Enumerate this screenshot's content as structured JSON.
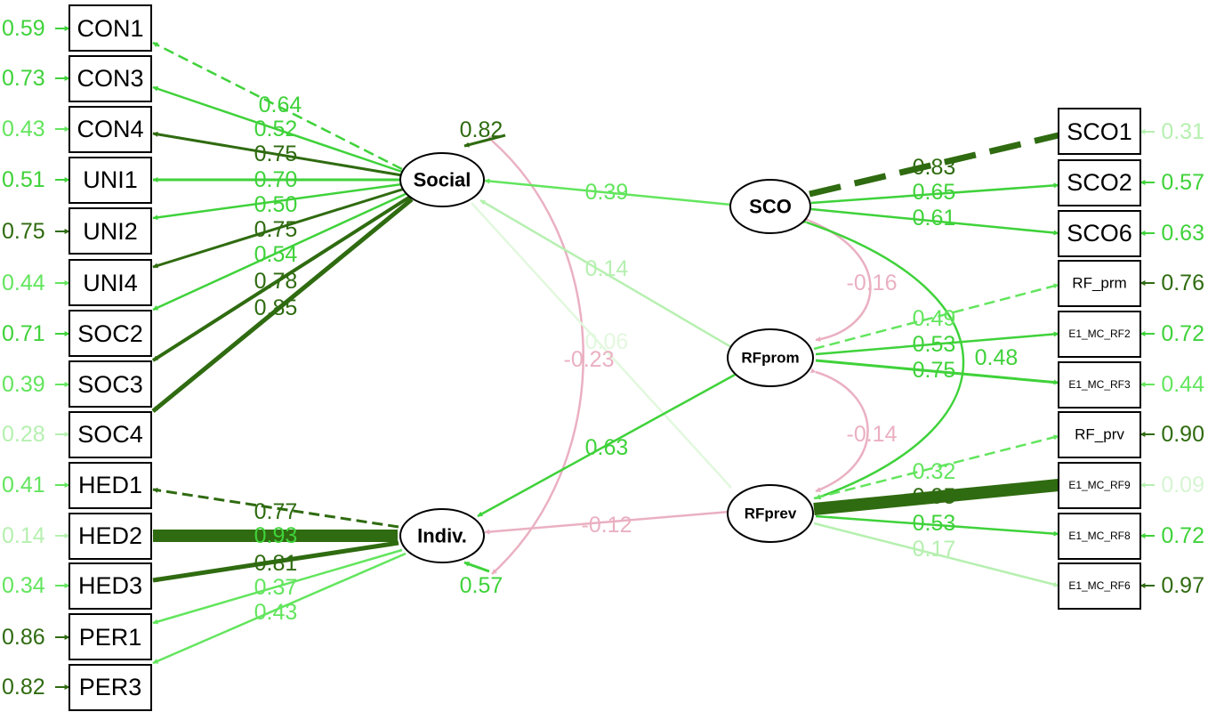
{
  "colors": {
    "dark": "#2f6b10",
    "mid": "#3fd23a",
    "light": "#63e55e",
    "pale": "#b6f0b0",
    "pink": "#eab0c2"
  },
  "latents": {
    "social": "Social",
    "indiv": "Indiv.",
    "sco": "SCO",
    "rfprom": "RFprom",
    "rfprev": "RFprev"
  },
  "indicators": {
    "con1": "CON1",
    "con3": "CON3",
    "con4": "CON4",
    "uni1": "UNI1",
    "uni2": "UNI2",
    "uni4": "UNI4",
    "soc2": "SOC2",
    "soc3": "SOC3",
    "soc4": "SOC4",
    "hed1": "HED1",
    "hed2": "HED2",
    "hed3": "HED3",
    "per1": "PER1",
    "per3": "PER3",
    "sco1": "SCO1",
    "sco2": "SCO2",
    "sco6": "SCO6",
    "rf_prm": "RF_prm",
    "e1_mc_rf2": "E1_MC_RF2",
    "e1_mc_rf3": "E1_MC_RF3",
    "rf_prv": "RF_prv",
    "e1_mc_rf9": "E1_MC_RF9",
    "e1_mc_rf8": "E1_MC_RF8",
    "e1_mc_rf6": "E1_MC_RF6"
  },
  "residuals": {
    "con1": "0.59",
    "con3": "0.73",
    "con4": "0.43",
    "uni1": "0.51",
    "uni2": "0.75",
    "uni4": "0.44",
    "soc2": "0.71",
    "soc3": "0.39",
    "soc4": "0.28",
    "hed1": "0.41",
    "hed2": "0.14",
    "hed3": "0.34",
    "per1": "0.86",
    "per3": "0.82",
    "sco1": "0.31",
    "sco2": "0.57",
    "sco6": "0.63",
    "rf_prm": "0.76",
    "e1_mc_rf2": "0.72",
    "e1_mc_rf3": "0.44",
    "rf_prv": "0.90",
    "e1_mc_rf9": "0.09",
    "e1_mc_rf8": "0.72",
    "e1_mc_rf6": "0.97",
    "social": "0.82",
    "indiv": "0.57"
  },
  "loadings": {
    "con1": "0.64",
    "con3": "0.52",
    "con4": "0.75",
    "uni1": "0.70",
    "uni2": "0.50",
    "uni4": "0.75",
    "soc2": "0.54",
    "soc3": "0.78",
    "soc4": "0.85",
    "hed1": "0.77",
    "hed2": "0.93",
    "hed3": "0.81",
    "per1": "0.37",
    "per3": "0.43",
    "sco1": "0.83",
    "sco2": "0.65",
    "sco6": "0.61",
    "rf_prm": "0.49",
    "e1_mc_rf2": "0.53",
    "e1_mc_rf3": "0.75",
    "rf_prv": "0.32",
    "e1_mc_rf9": "0.95",
    "e1_mc_rf8": "0.53",
    "e1_mc_rf6": "0.17"
  },
  "structural": {
    "sco_social": "0.39",
    "rfprom_social": "0.14",
    "rfprev_social": "0.06",
    "rfprom_indiv": "0.63",
    "rfprev_indiv": "-0.12",
    "cov_social_indiv": "-0.23",
    "cov_sco_rfprom": "-0.16",
    "cov_rfprom_rfprev": "-0.14",
    "cov_sco_rfprev": "0.48"
  }
}
